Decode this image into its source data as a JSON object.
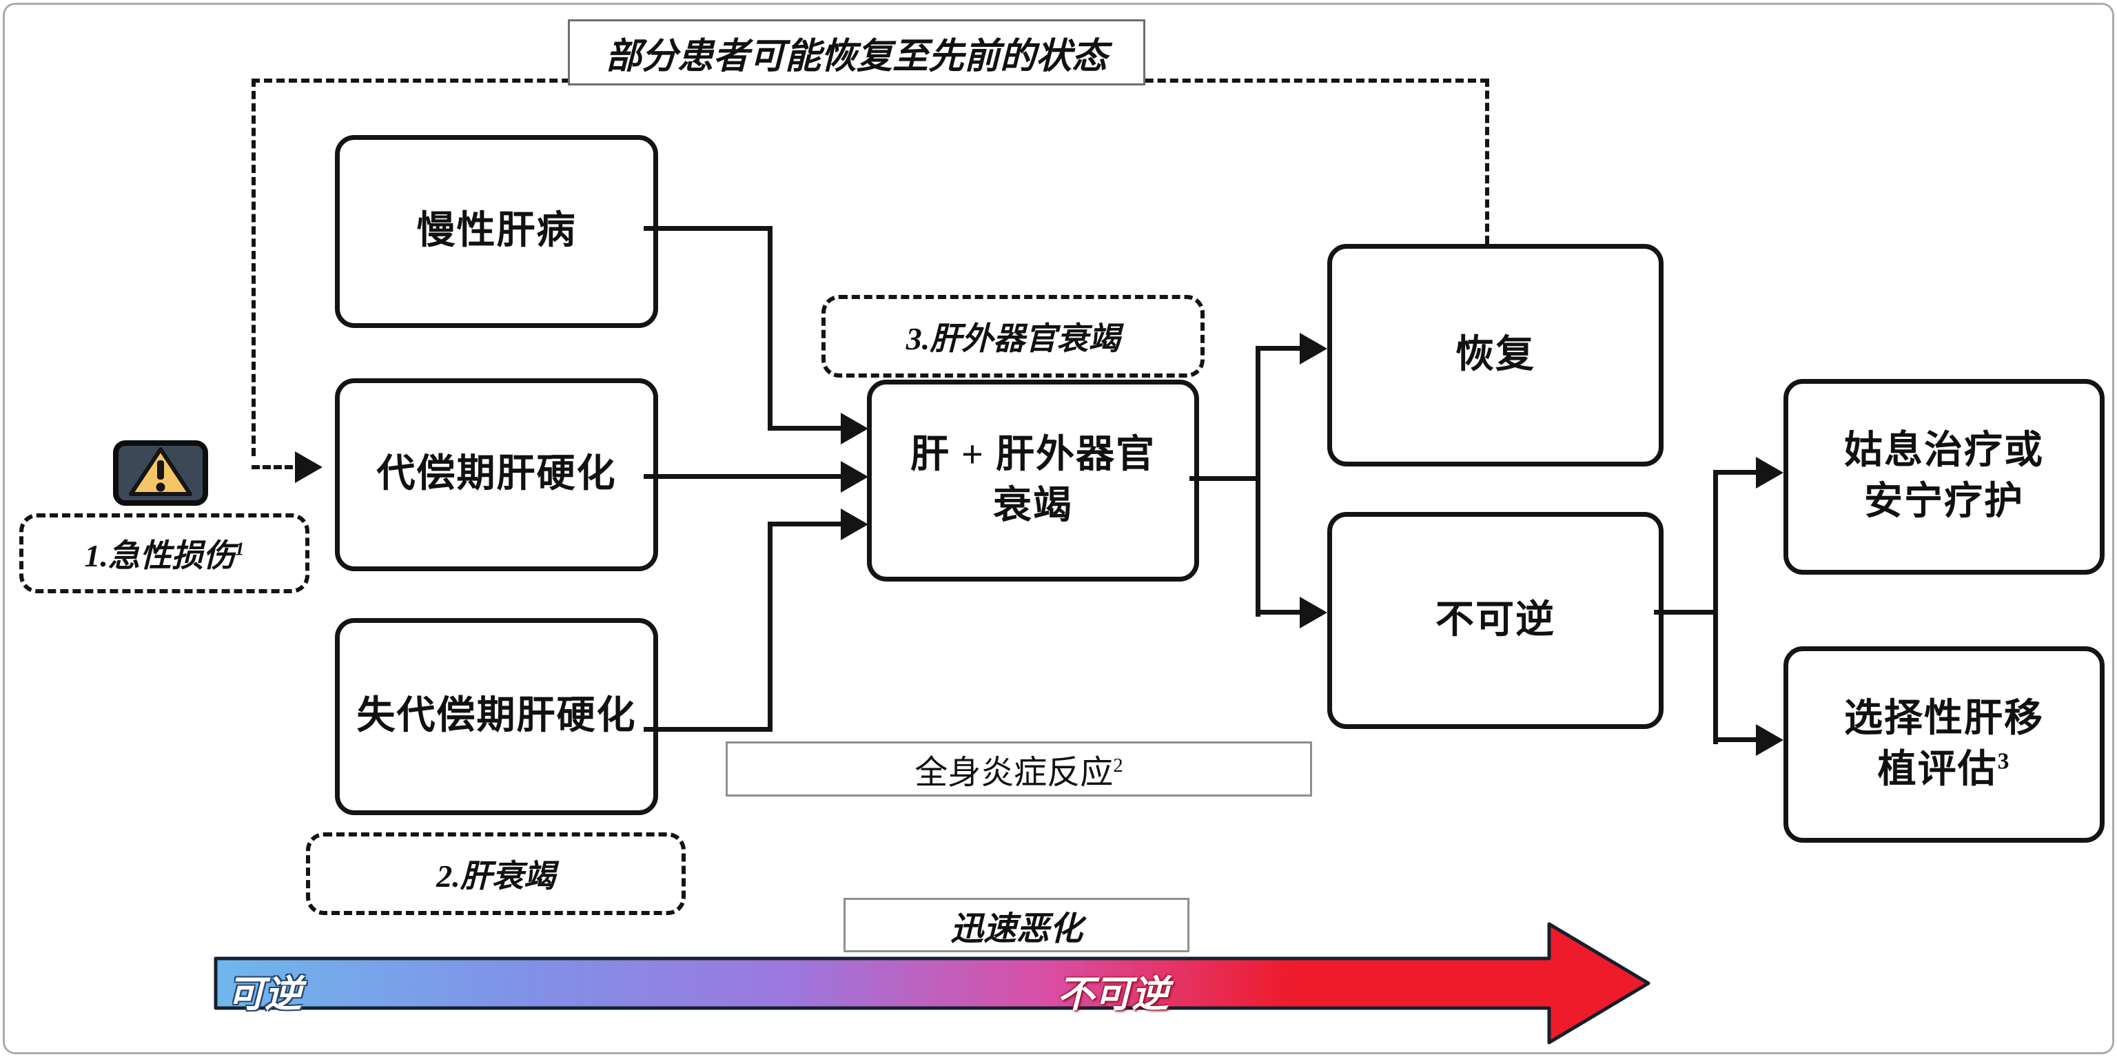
{
  "figure": {
    "feedback_note": "部分患者可能恢复至先前的状态",
    "acute_label": "1.急性损伤",
    "acute_sup": "1",
    "liver_failure_label": "2.肝衰竭",
    "extrahepatic_label": "3.肝外器官衰竭",
    "chronic_box": "慢性肝病",
    "compensated_box": "代偿期肝硬化",
    "decompensated_box": "失代偿期肝硬化",
    "central_box_line1": "肝 + 肝外器官",
    "central_box_line2": "衰竭",
    "recovery_box": "恢复",
    "irreversible_box": "不可逆",
    "palliative_line1": "姑息治疗或",
    "palliative_line2": "安宁疗护",
    "transplant_line1": "选择性肝移",
    "transplant_line2": "植评估",
    "transplant_sup": "3",
    "inflammation_banner": "全身炎症反应",
    "inflammation_sup": "2",
    "deterioration_banner": "迅速恶化",
    "arrow_left_label": "可逆",
    "arrow_right_label": "不可逆"
  },
  "colors": {
    "line": "#141414",
    "gradient_start": "#6FB7EC",
    "gradient_blue_purple": "#8191E7",
    "gradient_purple": "#9C78DE",
    "gradient_pink": "#D94FA5",
    "gradient_red": "#EE1B2B",
    "gradient_end": "#EE1B2B",
    "warning_panel": "#3D4857",
    "warning_triangle": "#F5C566"
  }
}
